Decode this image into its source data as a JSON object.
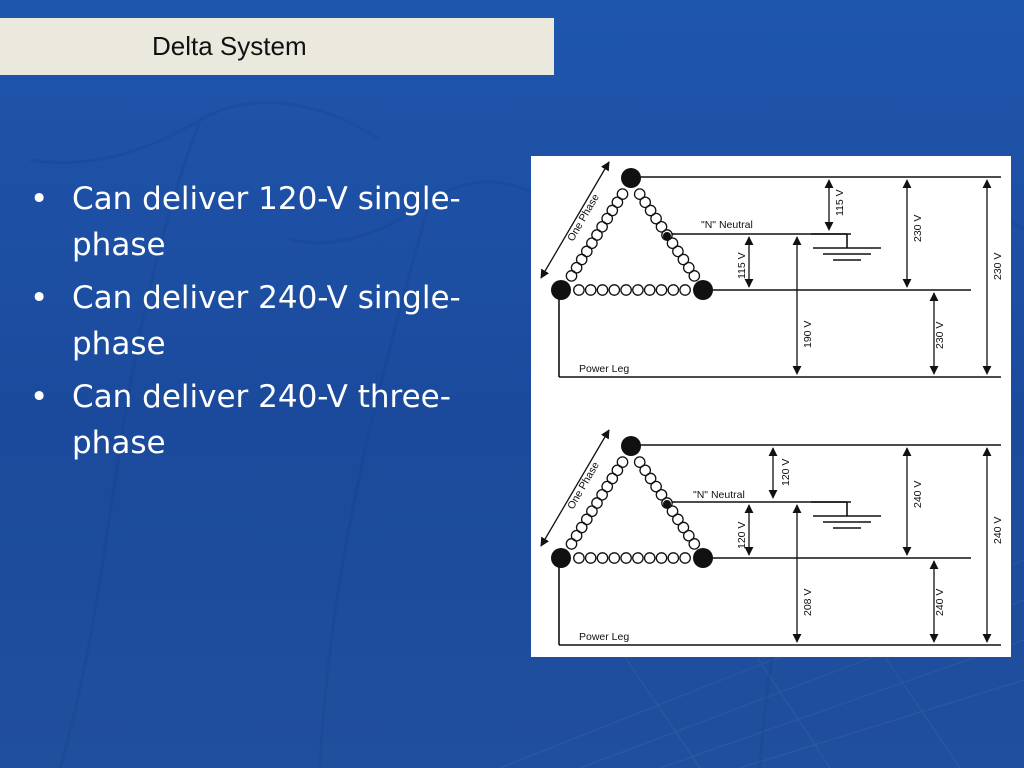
{
  "slide": {
    "title": "Delta System",
    "bullets": [
      {
        "line1": "Can deliver 120-V single-",
        "line2": "phase"
      },
      {
        "line1": "Can deliver 240-V single-",
        "line2": "phase"
      },
      {
        "line1": "Can deliver 240-V three-",
        "line2": "phase"
      }
    ]
  },
  "diagrams": [
    {
      "one_phase": "One Phase",
      "neutral": "\"N\" Neutral",
      "power_leg": "Power Leg",
      "v_top": "115 V",
      "v_mid": "115 V",
      "v_wild": "190 V",
      "v_upper_right": "230 V",
      "v_lower_right": "230 V",
      "v_full": "230 V"
    },
    {
      "one_phase": "One Phase",
      "neutral": "\"N\" Neutral",
      "power_leg": "Power Leg",
      "v_top": "120 V",
      "v_mid": "120 V",
      "v_wild": "208 V",
      "v_upper_right": "240 V",
      "v_lower_right": "240 V",
      "v_full": "240 V"
    }
  ],
  "colors": {
    "background": "#1d4fa3",
    "title_bar": "#ebe8dd",
    "text": "#ffffff"
  }
}
